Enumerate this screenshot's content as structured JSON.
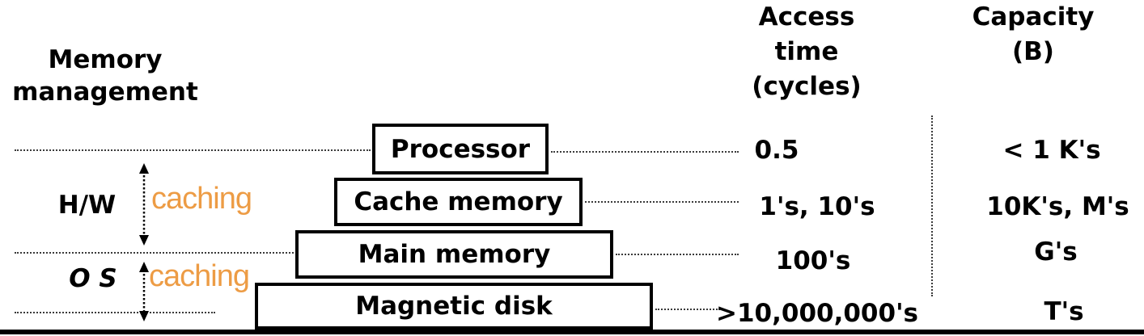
{
  "labels": {
    "memory_management": "Memory\nmanagement",
    "hw": "H/W",
    "os": "O S",
    "caching_hw": "caching",
    "caching_os": "caching"
  },
  "columns": {
    "access_time_header": "Access\ntime\n(cycles)",
    "capacity_header": "Capacity\n(B)"
  },
  "hierarchy": [
    {
      "name": "Processor",
      "access_time": "0.5",
      "capacity": "< 1 K's"
    },
    {
      "name": "Cache memory",
      "access_time": "1's, 10's",
      "capacity": "10K's, M's"
    },
    {
      "name": "Main memory",
      "access_time": "100's",
      "capacity": "G's"
    },
    {
      "name": "Magnetic disk",
      "access_time": ">10,000,000's",
      "capacity": "T's"
    }
  ],
  "colors": {
    "caching_text": "#ED9C45",
    "diagram_lines": "#3a3a3a",
    "box_border": "#000000"
  }
}
